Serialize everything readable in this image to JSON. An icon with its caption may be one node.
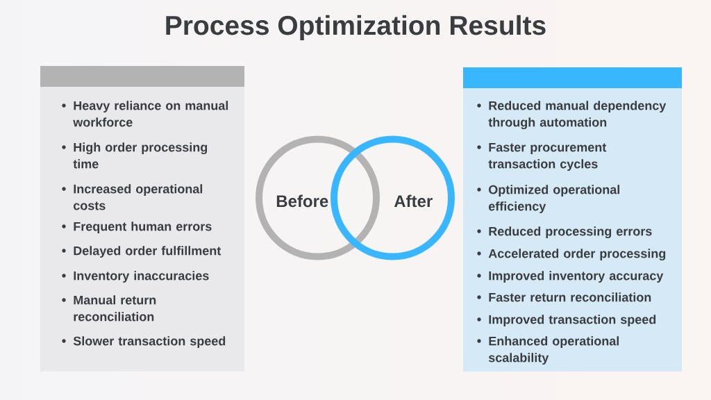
{
  "diagram": {
    "title": "Process Optimization Results",
    "nodes": [
      {
        "text": [
          "Heavy reliance on manual workforce",
          "High order processing time",
          "Increased operational costs",
          "Frequent human errors",
          "Delayed order fulfillment",
          "Inventory inaccuracies",
          "Manual return reconciliation",
          "Slower transaction speed"
        ]
      },
      {
        "text": [
          "Before"
        ]
      },
      {
        "text": [
          "After"
        ]
      },
      {
        "text": [
          "Reduced manual dependency through automation",
          "Faster procurement transaction cycles",
          "Optimized operational efficiency",
          "Reduced processing errors",
          "Accelerated order processing",
          "Improved inventory accuracy",
          "Faster return reconciliation",
          "Improved transaction speed",
          "Enhanced operational scalability"
        ]
      }
    ]
  }
}
